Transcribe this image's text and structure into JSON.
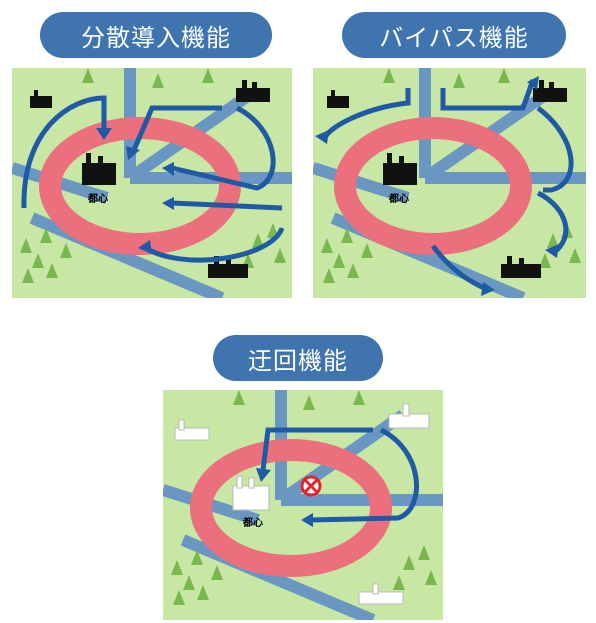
{
  "panels": [
    {
      "title": "分散導入機能",
      "city_label": "都心",
      "city_style": "dark"
    },
    {
      "title": "バイパス機能",
      "city_label": "都心",
      "city_style": "dark"
    },
    {
      "title": "迂回機能",
      "city_label": "都心",
      "city_style": "light"
    }
  ],
  "colors": {
    "pill": "#3f74ae",
    "ground": "#c8e6a4",
    "road": "#6a97c2",
    "ring": "#ec6f7d",
    "arrow": "#1f5aa6",
    "tree": "#79b84f",
    "blocked": "#e6232a"
  },
  "icons": [
    "city-icon",
    "factory-icon",
    "tree-icon",
    "blocked-icon",
    "arrow-icon"
  ]
}
